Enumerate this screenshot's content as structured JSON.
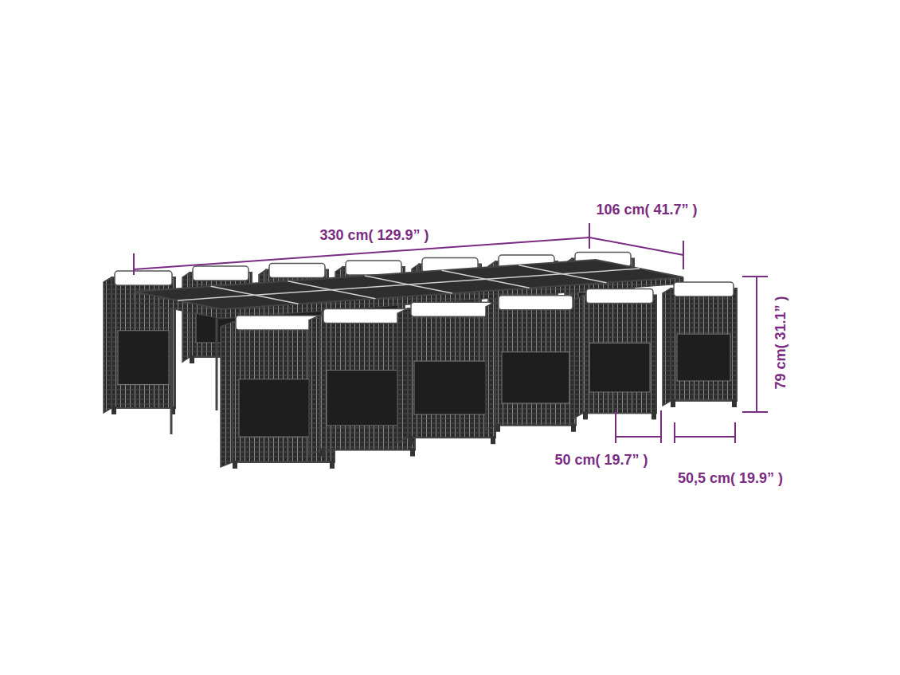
{
  "diagram": {
    "labels": [
      "330 cm( 129.9” )",
      "106 cm( 41.7” )",
      "79 cm( 31.1” )",
      "50 cm( 19.7” )",
      "50,5 cm( 19.9” )"
    ]
  }
}
